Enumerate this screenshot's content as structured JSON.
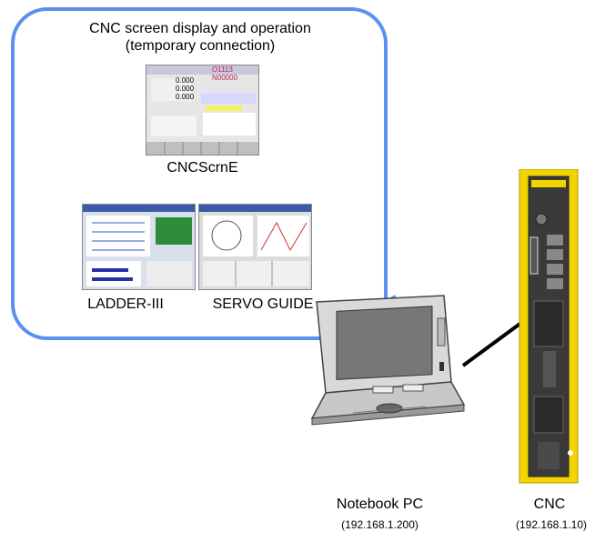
{
  "callout": {
    "title_line1": "CNC screen display and operation",
    "title_line2": "(temporary connection)"
  },
  "screens": {
    "cnc_caption": "CNCScrnE",
    "cnc_readout_top": "O1113  N00000",
    "cnc_values": [
      "0.000",
      "0.000",
      "0.000"
    ],
    "ladder_caption": "LADDER-III",
    "servo_caption": "SERVO GUIDE"
  },
  "devices": {
    "pc_label": "Notebook PC",
    "pc_ip": "(192.168.1.200)",
    "cnc_label": "CNC",
    "cnc_ip": "(192.168.1.10)"
  },
  "colors": {
    "callout_border": "#5b8ff0",
    "cnc_unit_body": "#f2d400",
    "cnc_unit_face": "#3a3a3a"
  }
}
